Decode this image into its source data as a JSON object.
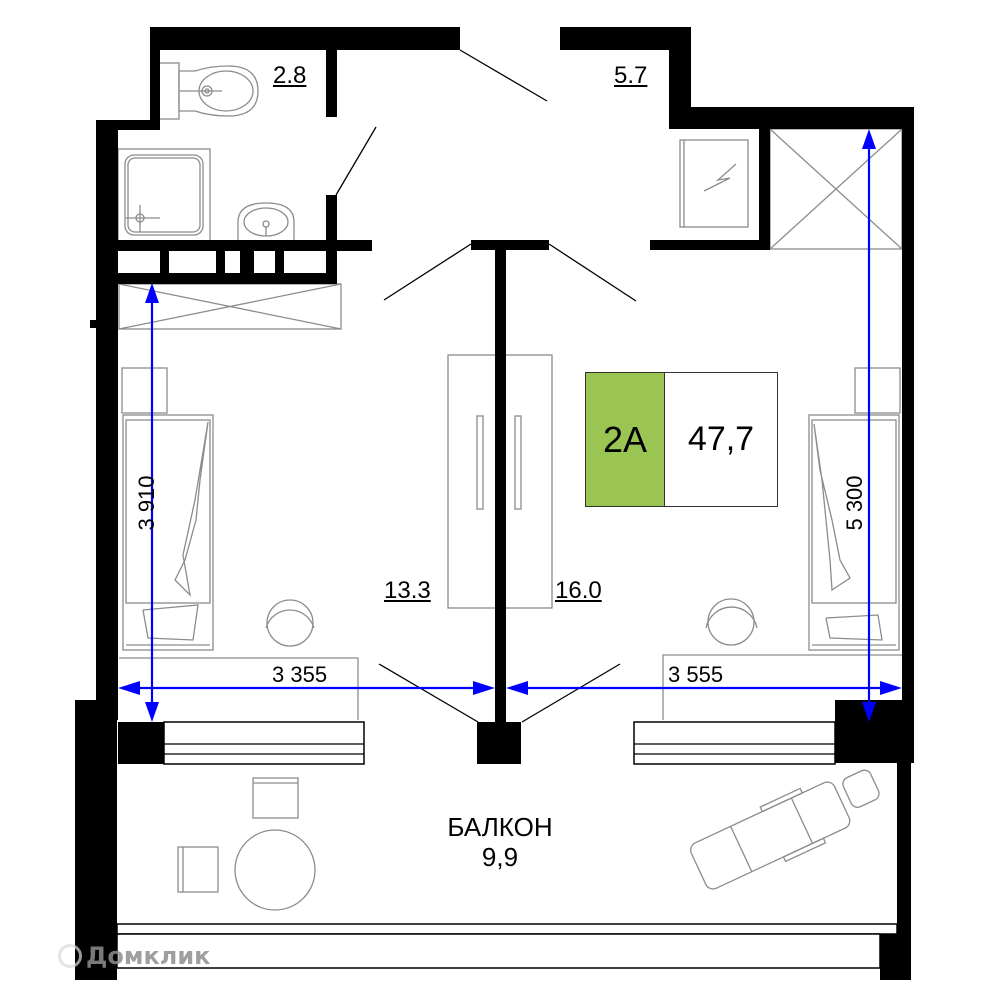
{
  "plan": {
    "apartment_type": "2A",
    "total_area": "47,7",
    "badge_color": "#9bc552",
    "dimension_color": "#0000ff"
  },
  "rooms": {
    "bathroom": {
      "area": "2.8"
    },
    "hallway": {
      "area": "5.7"
    },
    "room_left": {
      "area": "13.3"
    },
    "room_right": {
      "area": "16.0"
    },
    "balcony": {
      "label": "БАЛКОН",
      "area": "9,9"
    }
  },
  "dimensions": {
    "left_height": "3 910",
    "right_height": "5 300",
    "left_width": "3 355",
    "right_width": "3 555"
  },
  "watermark": {
    "text": "Домклик"
  }
}
